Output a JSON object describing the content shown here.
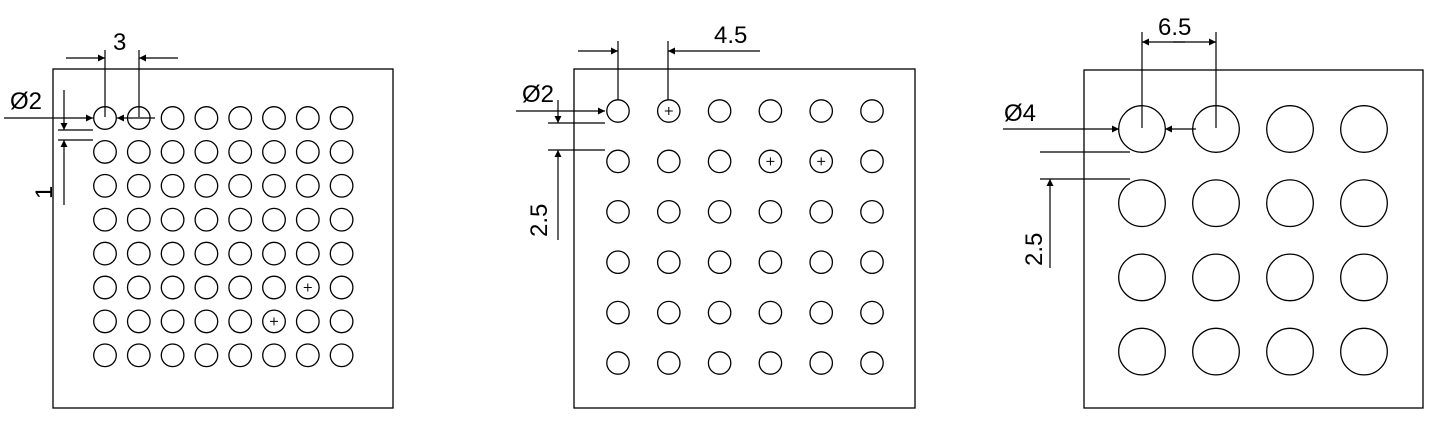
{
  "colors": {
    "stroke": "#000000",
    "background": "#ffffff"
  },
  "panels": [
    {
      "rows": 8,
      "cols": 8,
      "marked_holes": [
        [
          5,
          6
        ],
        [
          6,
          5
        ]
      ],
      "labels": {
        "diameter": "Ø2",
        "pitch": "3",
        "gap": "1"
      }
    },
    {
      "rows": 6,
      "cols": 6,
      "marked_holes": [
        [
          0,
          1
        ],
        [
          1,
          3
        ],
        [
          1,
          4
        ]
      ],
      "labels": {
        "diameter": "Ø2",
        "pitch": "4.5",
        "gap": "2.5"
      }
    },
    {
      "rows": 4,
      "cols": 4,
      "marked_holes": [],
      "labels": {
        "diameter": "Ø4",
        "pitch": "6.5",
        "gap": "2.5"
      }
    }
  ]
}
